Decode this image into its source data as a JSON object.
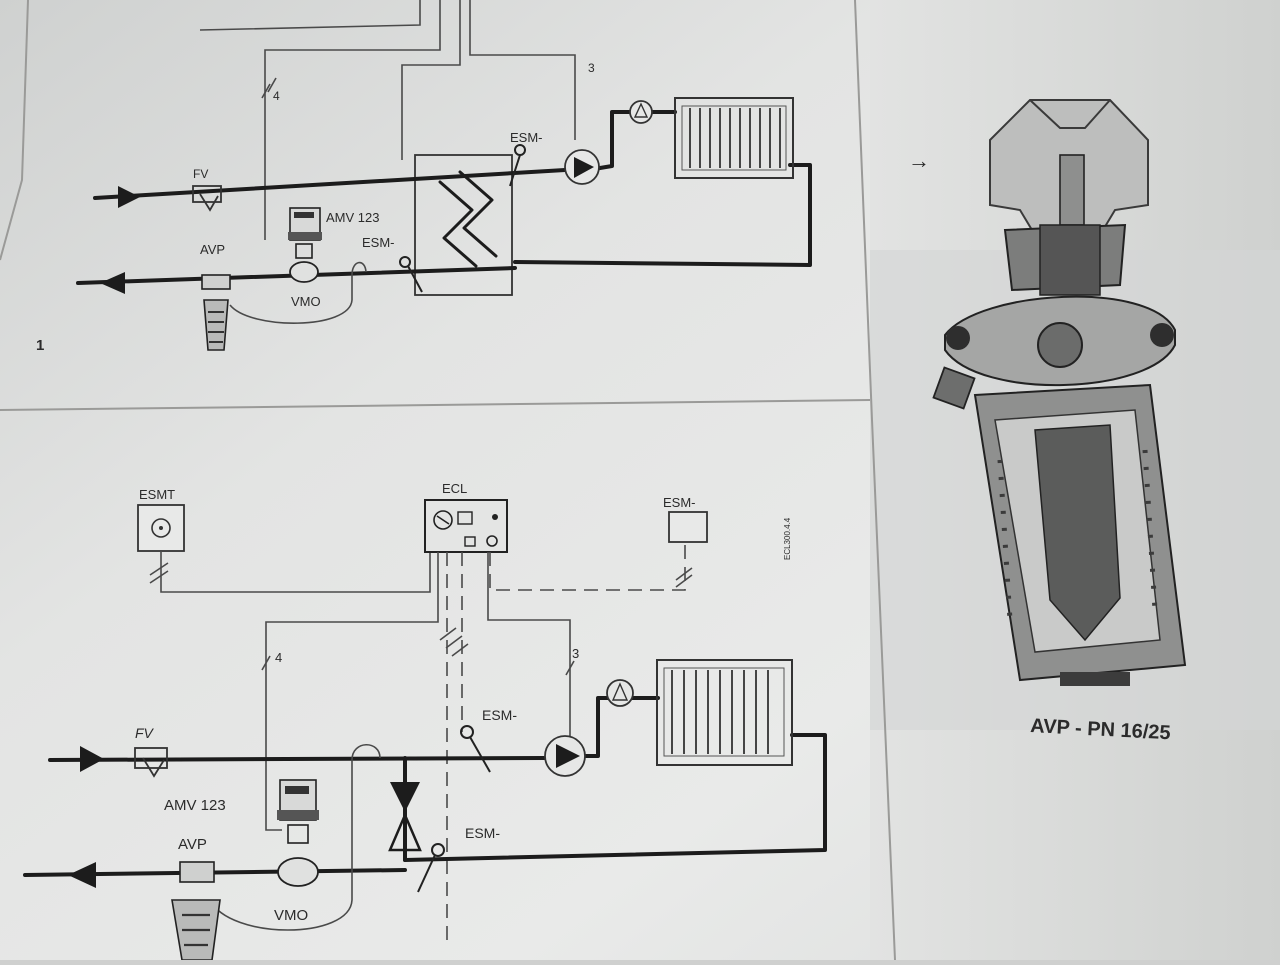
{
  "top_diagram": {
    "index": "1",
    "labels": {
      "fv": "FV",
      "avp": "AVP",
      "amv": "AMV 123",
      "vmo": "VMO",
      "esm_a": "ESM-",
      "esm_b": "ESM-",
      "wire_4": "4",
      "wire_3": "3"
    }
  },
  "bottom_diagram": {
    "labels": {
      "esmt": "ESMT",
      "ecl": "ECL",
      "esm_room": "ESM-",
      "esm_supply": "ESM-",
      "esm_return": "ESM-",
      "fv": "FV",
      "amv": "AMV 123",
      "avp": "AVP",
      "vmo": "VMO",
      "wire_4": "4",
      "wire_3": "3",
      "code": "ECL300.4.4"
    }
  },
  "valve_drawing": {
    "caption": "AVP - PN 16/25"
  },
  "colors": {
    "paper": "#e6e7e6",
    "shadow_paper": "#cdcfce",
    "ink": "#1c1c1c",
    "line": "#4a4a4a"
  }
}
